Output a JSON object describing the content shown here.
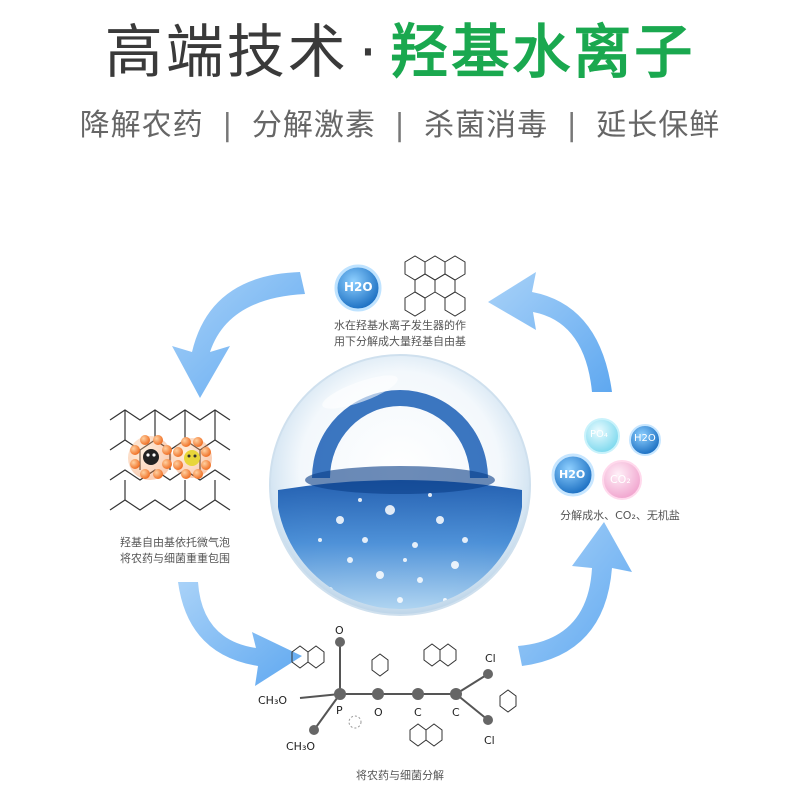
{
  "header": {
    "title_part1": "高端技术",
    "title_dot": "·",
    "title_part2": "羟基水离子",
    "benefits": [
      "降解农药",
      "分解激素",
      "杀菌消毒",
      "延长保鲜"
    ],
    "separator": "|"
  },
  "steps": {
    "top": {
      "caption_line1": "水在羟基水离子发生器的作",
      "caption_line2": "用下分解成大量羟基自由基",
      "molecule": "H2O"
    },
    "left": {
      "caption_line1": "羟基自由基依托微气泡",
      "caption_line2": "将农药与细菌重重包围"
    },
    "right": {
      "caption": "分解成水、CO₂、无机盐",
      "bubbles": [
        "PO₄",
        "H2O",
        "H2O",
        "CO₂"
      ]
    },
    "bottom": {
      "caption": "将农药与细菌分解",
      "atoms": {
        "o_top": "O",
        "cl_top": "Cl",
        "ch3o_1": "CH₃O",
        "p": "P",
        "o_mid": "O",
        "c1": "C",
        "c2": "C",
        "ch3o_2": "CH₃O",
        "cl_bottom": "Cl"
      }
    }
  },
  "colors": {
    "green": "#1aa84f",
    "arrow": "#5fa8f0",
    "water": "#2f73c4",
    "text": "#555555"
  }
}
